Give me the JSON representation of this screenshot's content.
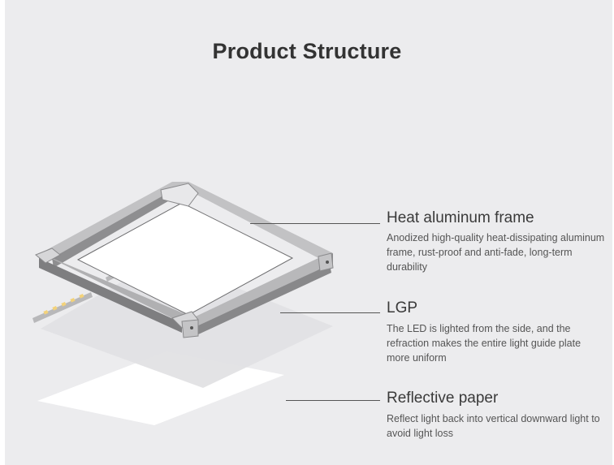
{
  "title": "Product Structure",
  "components": [
    {
      "name": "Heat aluminum frame",
      "description": "Anodized high-quality heat-dissipating aluminum frame, rust-proof and anti-fade, long-term durability"
    },
    {
      "name": "LGP",
      "description": "The LED is lighted from the side, and the refraction makes the entire light guide plate more uniform"
    },
    {
      "name": "Reflective paper",
      "description": "Reflect light back into vertical downward light to avoid light loss"
    }
  ],
  "colors": {
    "background": "#ececee",
    "frame": "#a8a8aa",
    "led": "#f3d27a"
  }
}
